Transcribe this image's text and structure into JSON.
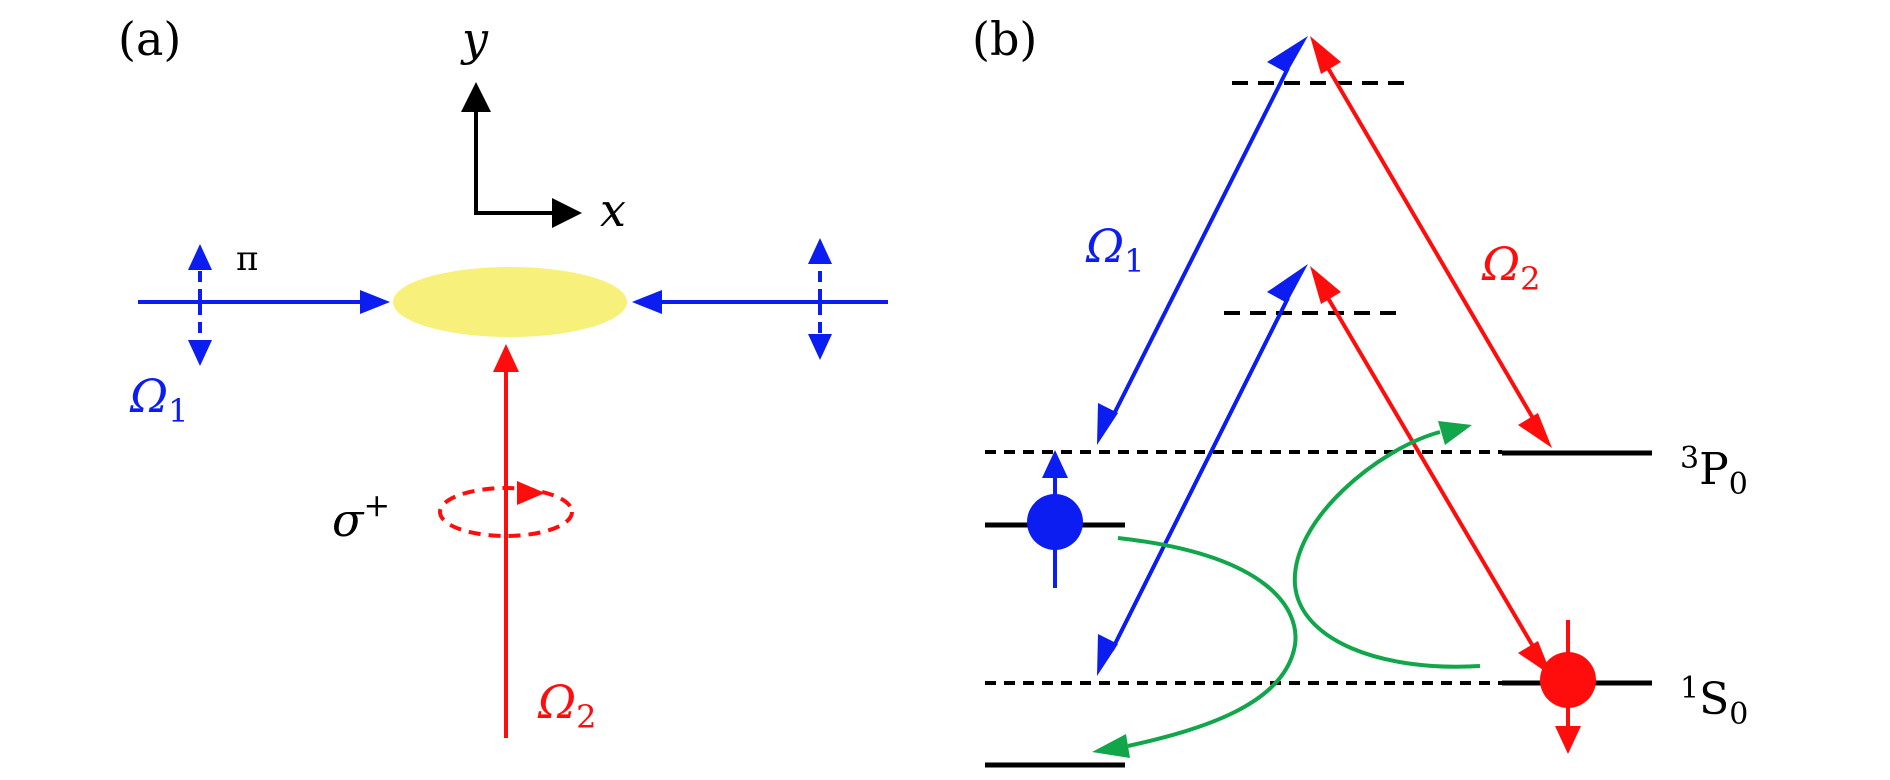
{
  "colors": {
    "blue": "#0b1df0",
    "red": "#ff0d0d",
    "green": "#12a64a",
    "black": "#000000",
    "atom_cloud": "#f7f07a"
  },
  "panel_a": {
    "label": "(a)",
    "axis_y": "y",
    "axis_x": "x",
    "pi_label": "π",
    "omega1": {
      "base": "Ω",
      "sub": "1"
    },
    "sigma": {
      "base": "σ",
      "sup": "+"
    },
    "omega2": {
      "base": "Ω",
      "sub": "2"
    }
  },
  "panel_b": {
    "label": "(b)",
    "omega1": {
      "base": "Ω",
      "sub": "1"
    },
    "omega2": {
      "base": "Ω",
      "sub": "2"
    },
    "level_upper": {
      "sup": "3",
      "text": "P",
      "sub": "0"
    },
    "level_lower": {
      "sup": "1",
      "text": "S",
      "sub": "0"
    }
  }
}
